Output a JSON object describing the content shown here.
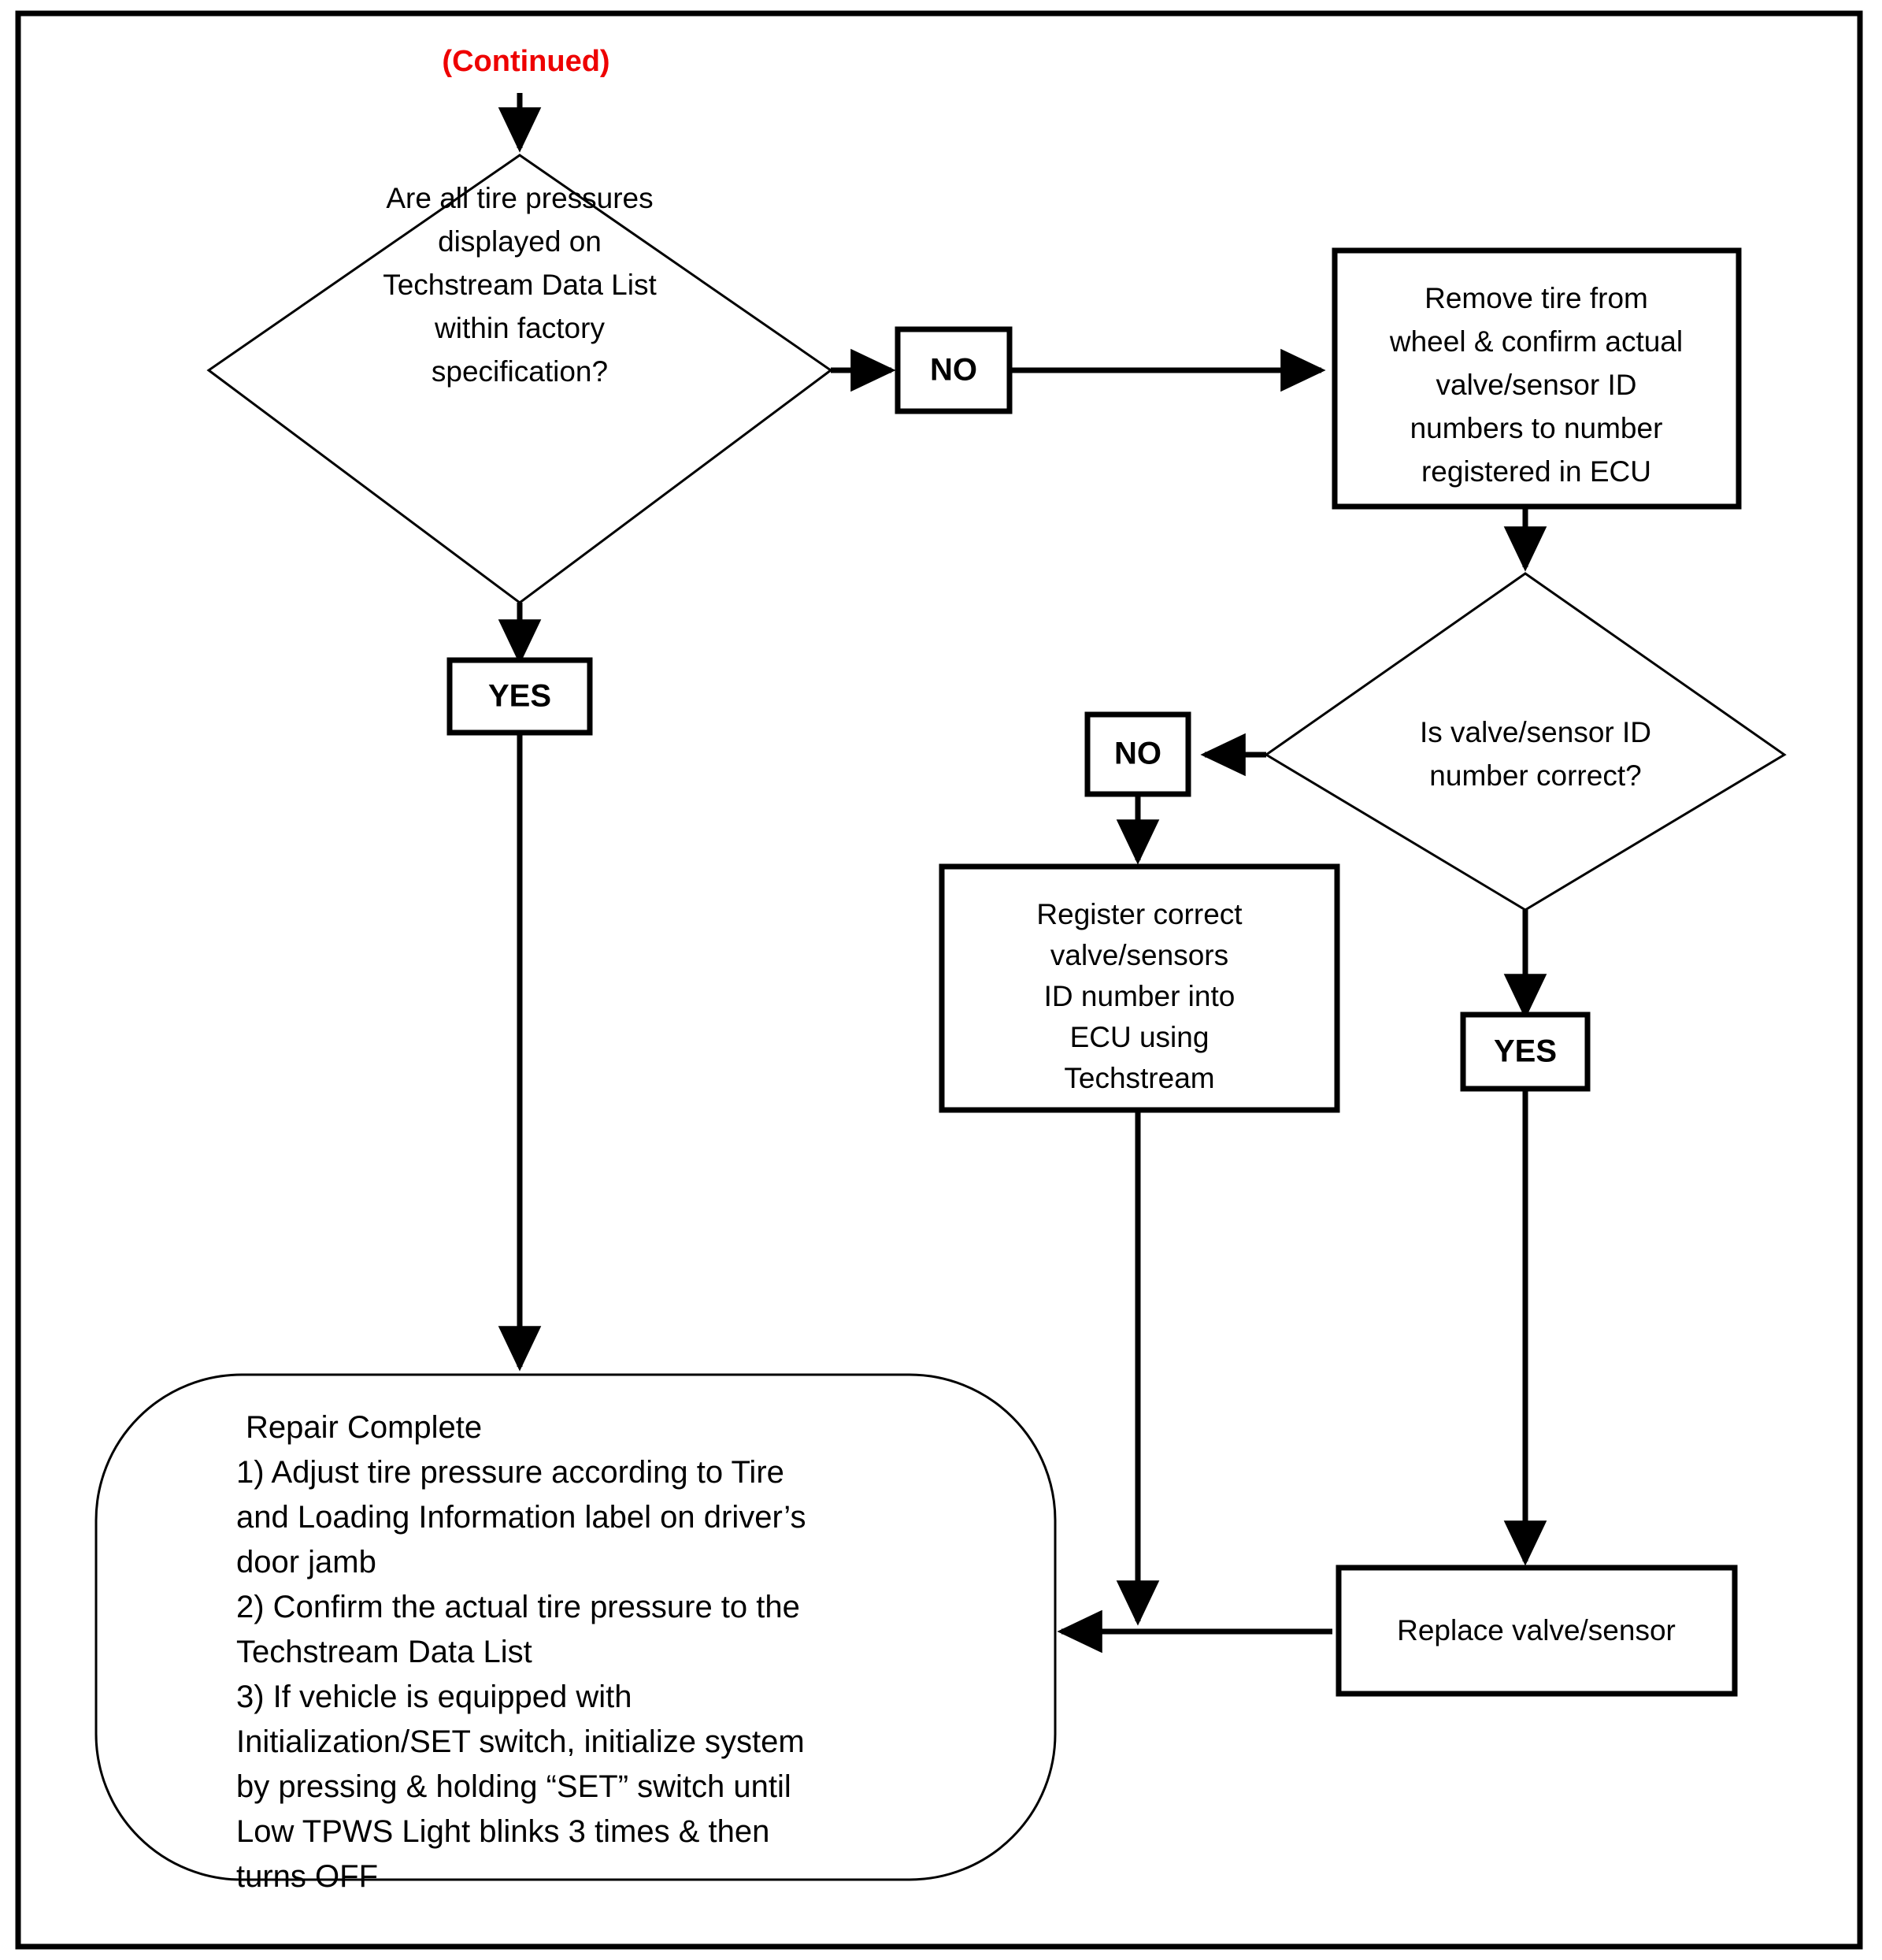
{
  "page": {
    "title": "TPWS Diagnostic Flowchart (Continued)",
    "background_color": "#ffffff",
    "border_color": "#000000",
    "text_color": "#000000",
    "accent_color": "#ee0000"
  },
  "continued_label": "(Continued)",
  "nodes": {
    "decision1": {
      "type": "decision",
      "lines": [
        "Are all tire pressures",
        "displayed on",
        "Techstream Data List",
        "within factory",
        "specification?"
      ]
    },
    "no1": {
      "type": "label-box",
      "text": "NO"
    },
    "yes1": {
      "type": "label-box",
      "text": "YES"
    },
    "process_remove_tire": {
      "type": "process",
      "lines": [
        "Remove tire from",
        "wheel & confirm actual",
        "valve/sensor ID",
        "numbers to number",
        "registered in ECU"
      ]
    },
    "decision2": {
      "type": "decision",
      "lines": [
        "Is valve/sensor ID",
        "number correct?"
      ]
    },
    "no2": {
      "type": "label-box",
      "text": "NO"
    },
    "yes2": {
      "type": "label-box",
      "text": "YES"
    },
    "process_register": {
      "type": "process",
      "lines": [
        "Register correct",
        "valve/sensors",
        "ID number into",
        "ECU using",
        "Techstream"
      ]
    },
    "process_replace": {
      "type": "process",
      "lines": [
        "Replace valve/sensor"
      ]
    },
    "terminator_repair_complete": {
      "type": "terminator",
      "lines": [
        "Repair Complete",
        "1) Adjust tire pressure according to Tire",
        "     and Loading Information label on driver’s",
        "     door jamb",
        "2) Confirm the actual tire pressure to the",
        "     Techstream Data List",
        "3) If vehicle is equipped with",
        "     Initialization/SET switch, initialize system",
        "     by pressing & holding “SET” switch until",
        "     Low TPWS Light blinks 3 times & then",
        "     turns OFF"
      ]
    }
  },
  "edges": [
    {
      "from": "continued",
      "to": "decision1",
      "label": ""
    },
    {
      "from": "decision1",
      "to": "no1",
      "label": "NO"
    },
    {
      "from": "no1",
      "to": "process_remove_tire",
      "label": ""
    },
    {
      "from": "decision1",
      "to": "yes1",
      "label": "YES"
    },
    {
      "from": "yes1",
      "to": "terminator_repair_complete",
      "label": ""
    },
    {
      "from": "process_remove_tire",
      "to": "decision2",
      "label": ""
    },
    {
      "from": "decision2",
      "to": "no2",
      "label": "NO"
    },
    {
      "from": "no2",
      "to": "process_register",
      "label": ""
    },
    {
      "from": "decision2",
      "to": "yes2",
      "label": "YES"
    },
    {
      "from": "yes2",
      "to": "process_replace",
      "label": ""
    },
    {
      "from": "process_register",
      "to": "terminator_repair_complete",
      "label": ""
    },
    {
      "from": "process_replace",
      "to": "terminator_repair_complete",
      "label": ""
    }
  ]
}
